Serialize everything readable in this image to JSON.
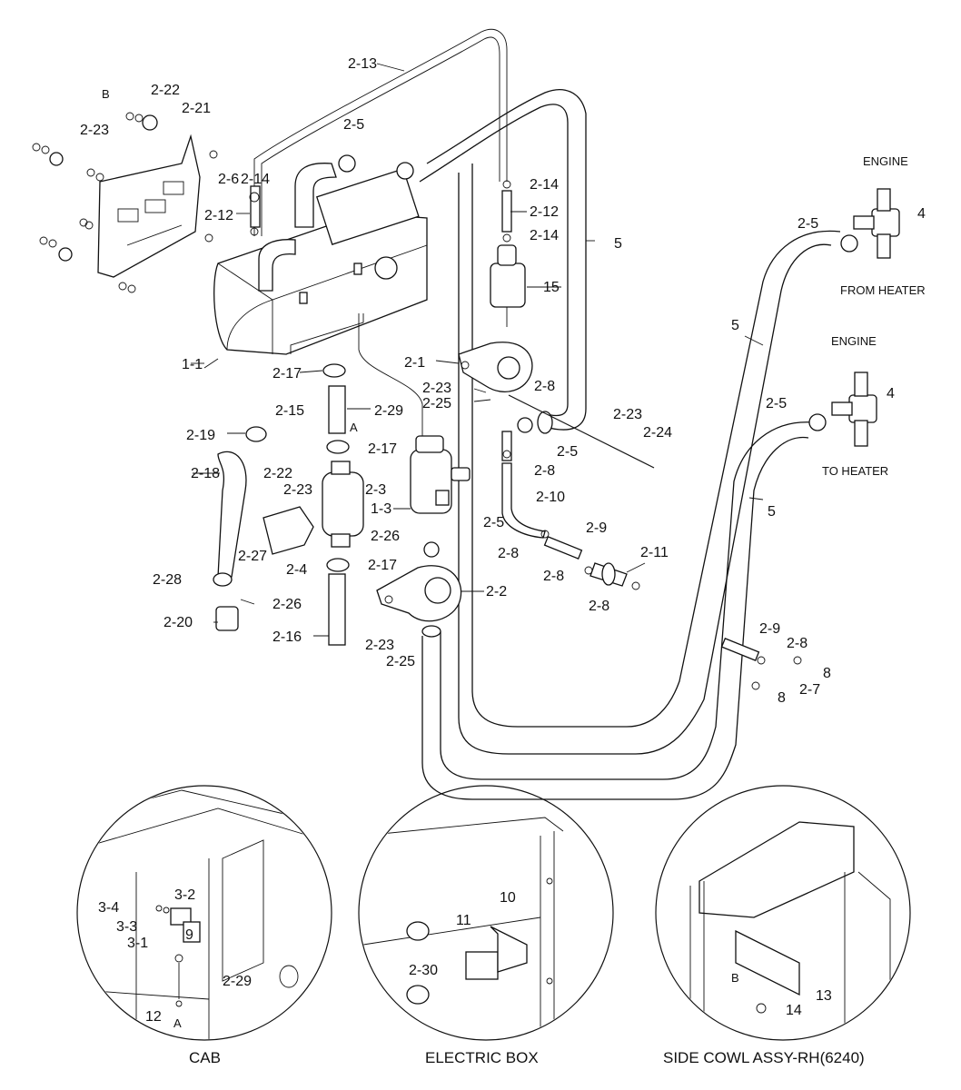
{
  "labels": {
    "l_2_13": "2-13",
    "l_2_22a": "2-22",
    "l_B_top": "B",
    "l_2_23a": "2-23",
    "l_2_21": "2-21",
    "l_2_5a": "2-5",
    "l_2_6": "2-6",
    "l_2_14a": "2-14",
    "l_2_12a": "2-12",
    "l_2_14b": "2-14",
    "l_2_12b": "2-12",
    "l_2_14c": "2-14",
    "l_5a": "5",
    "l_15": "15",
    "l_engine_1": "ENGINE",
    "l_4a": "4",
    "l_2_5b": "2-5",
    "l_from_heater": "FROM HEATER",
    "l_5b": "5",
    "l_engine_2": "ENGINE",
    "l_4b": "4",
    "l_2_5c": "2-5",
    "l_to_heater": "TO HEATER",
    "l_5c": "5",
    "l_1_1": "1-1",
    "l_2_1": "2-1",
    "l_2_17a": "2-17",
    "l_2_23b": "2-23",
    "l_2_8a": "2-8",
    "l_2_25a": "2-25",
    "l_2_15": "2-15",
    "l_2_29a": "2-29",
    "l_A_top": "A",
    "l_2_19": "2-19",
    "l_2_23c": "2-23",
    "l_2_24": "2-24",
    "l_2_17b": "2-17",
    "l_2_5d": "2-5",
    "l_2_8b": "2-8",
    "l_2_18": "2-18",
    "l_2_22b": "2-22",
    "l_2_23d": "2-23",
    "l_2_3": "2-3",
    "l_1_3": "1-3",
    "l_2_10": "2-10",
    "l_2_26a": "2-26",
    "l_2_5e": "2-5",
    "l_2_9a": "2-9",
    "l_2_27": "2-27",
    "l_2_4": "2-4",
    "l_2_8c": "2-8",
    "l_2_17c": "2-17",
    "l_2_11": "2-11",
    "l_2_8d": "2-8",
    "l_2_28": "2-28",
    "l_2_2": "2-2",
    "l_2_26b": "2-26",
    "l_2_8e": "2-8",
    "l_2_20": "2-20",
    "l_2_16": "2-16",
    "l_2_23e": "2-23",
    "l_2_25b": "2-25",
    "l_2_9b": "2-9",
    "l_2_8f": "2-8",
    "l_8a": "8",
    "l_2_7": "2-7",
    "l_8b": "8",
    "l_3_4": "3-4",
    "l_3_2": "3-2",
    "l_3_3": "3-3",
    "l_3_1": "3-1",
    "l_9": "9",
    "l_2_29b": "2-29",
    "l_12": "12",
    "l_A_cab": "A",
    "l_10": "10",
    "l_11": "11",
    "l_2_30": "2-30",
    "l_B_cowl": "B",
    "l_13": "13",
    "l_14": "14"
  },
  "captions": {
    "cab": "CAB",
    "electric_box": "ELECTRIC BOX",
    "side_cowl": "SIDE COWL ASSY-RH(6240)"
  }
}
